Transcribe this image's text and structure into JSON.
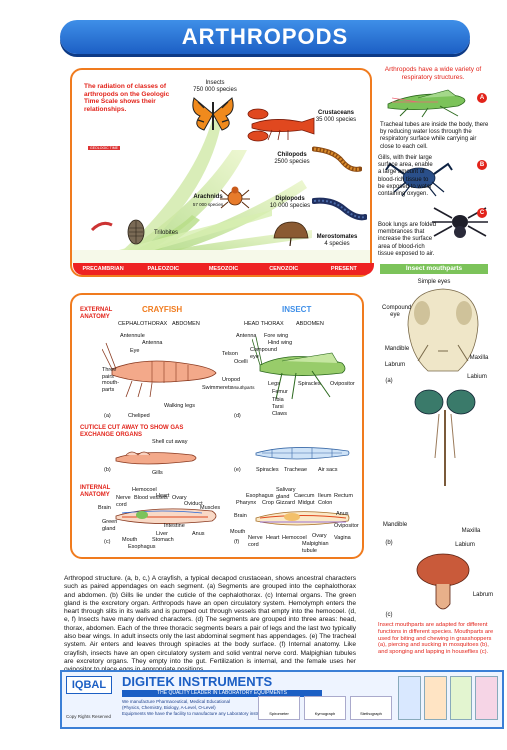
{
  "title": "ARTHROPODS",
  "radiation": {
    "intro": "The radiation of classes of arthropods on the Geologic Time Scale shows their relationships.",
    "geo_label": "GEOLOGIC TIME",
    "insects": {
      "name": "Insects",
      "count": "750 000 species"
    },
    "crustaceans": {
      "name": "Crustaceans",
      "count": "35 000 species"
    },
    "chilopods": {
      "name": "Chilopods",
      "count": "2500 species"
    },
    "arachnids": {
      "name": "Arachnids",
      "count": "57 000 species"
    },
    "diplopods": {
      "name": "Diplopods",
      "count": "10 000 species"
    },
    "merostomates": {
      "name": "Merostomates",
      "count": "4 species"
    },
    "trilobites": "Trilobites",
    "timeline": [
      "PRECAMBRIAN",
      "PALEOZOIC",
      "MESOZOIC",
      "CENOZOIC",
      "PRESENT"
    ]
  },
  "respiratory": {
    "title": "Arthropods have a wide variety of respiratory structures.",
    "a": "Tracheal tubes are inside the body, there by reducing water loss through the respiratory surface while carrying air close to each cell.",
    "b": "Gills, with their large surface area, enable a large amount of blood-rich tissue to be exposed to water containing oxygen.",
    "c": "Book lungs are folded membrances that increase the surface area of blood-rich tissue exposed to air.",
    "badges": [
      "A",
      "B",
      "C"
    ]
  },
  "mouthparts": {
    "title": "Insect mouthparts",
    "labels": {
      "simple_eyes": "Simple eyes",
      "compound": "Compound eye",
      "mandible": "Mandible",
      "maxilla": "Maxilla",
      "labrum": "Labrum",
      "labium": "Labium",
      "mandible2": "Mandible",
      "maxilla2": "Maxilla",
      "labium2": "Labium",
      "labrum2": "Labrum"
    },
    "panels": [
      "(a)",
      "(b)",
      "(c)"
    ],
    "caption": "Insect mouthparts are adapted for different functions in different species. Mouthparts are used for biting and chewing in grasshoppers (a), piercing and sucking in mosquitoes (b), and sponging and lapping in houseflies (c)."
  },
  "anatomy": {
    "external": "EXTERNAL ANATOMY",
    "crayfish": "CRAYFISH",
    "insect": "INSECT",
    "cephalothorax": "CEPHALOTHORAX",
    "abdomen": "ABDOMEN",
    "head_thorax": "HEAD THORAX",
    "abdomen2": "ABDOMEN",
    "crayfish_labels": [
      "Antennule",
      "Antenna",
      "Eye",
      "Telson",
      "Three pairs mouth-parts",
      "Uropod",
      "Swimmerets",
      "Walking legs",
      "Cheliped"
    ],
    "insect_labels": [
      "Antenna",
      "Fore wing",
      "Hind wing",
      "Compound eye",
      "Ocelli",
      "Mouthparts",
      "Legs",
      "Femur",
      "Tibia",
      "Tarsi",
      "Claws",
      "Spiracles",
      "Ovipositor"
    ],
    "cutaway": "CUTICLE CUT AWAY TO SHOW GAS EXCHANGE ORGANS",
    "shell_cut": "Shell cut away",
    "gills": "Gills",
    "spiracles2": "Spiracles",
    "tracheae": "Tracheae",
    "air_sacs": "Air sacs",
    "internal": "INTERNAL ANATOMY",
    "crayfish_internal": [
      "Hemocoel",
      "Heart",
      "Blood vessels",
      "Ovary",
      "Oviduct",
      "Muscles",
      "Nerve cord",
      "Brain",
      "Green gland",
      "Intestine",
      "Liver",
      "Stomach",
      "Anus",
      "Mouth",
      "Esophagus"
    ],
    "insect_internal": [
      "Salivary gland",
      "Esophagus",
      "Caecum",
      "Ileum",
      "Rectum",
      "Pharynx",
      "Crop",
      "Gizzard",
      "Midgut",
      "Colon",
      "Anus",
      "Brain",
      "Ovipositor",
      "Mouth",
      "Nerve cord",
      "Heart",
      "Hemocoel",
      "Ovary",
      "Malpighian tubule",
      "Vagina"
    ],
    "panel_letters": [
      "(a)",
      "(b)",
      "(c)",
      "(d)",
      "(e)",
      "(f)"
    ]
  },
  "description": "Arthropod structure. (a, b, c,) A crayfish, a typical decapod crustacean, shows ancestral characters such as paired appendages on each segment. (a) Segments are grouped into the cephalothorax and abdomen. (b) Gills lie under the cuticle of the cephalothorax. (c) Internal organs. The green gland is the excretory organ. Arthropods have an open circulatory system. Hemolymph enters the heart through slits in its walls and is pumped out through vessels that empty into the hemocoel. (d, e, f) Insects have many derived characters. (d) The segments are grouped into three areas: head, thorax, abdomen. Each of the three thoracic segments bears a pair of legs and the last two typically also bear wings. In adult insects only the last abdominal segment has appendages. (e) The tracheal system. Air enters and leaves through spiracles at the body surface. (f) Internal anatomy. Like crayfish, insects have an open circulatory system and solid ventral nerve cord. Malpighian tubules are excretory organs. They empty into the gut. Fertilization is internal, and the female uses her ovipositor to place eggs in appropriate positions.",
  "footer": {
    "brand": "IQBAL",
    "company": "DIGITEK INSTRUMENTS",
    "tagline": "THE QUALITY LEADER IN LABORATORY EQUIPMENTS",
    "line1": "We manufacture Pharmaceutical, Medical Educational",
    "line2": "(Physics, Chemistry, Biology, A-Level, O-Level)",
    "line3": "Equipments We have the facility to manufacture any Laboratory instrument",
    "copy": "Copy Rights Reserved",
    "products": [
      "Spirometer",
      "Kymograph",
      "Stethograph"
    ]
  }
}
